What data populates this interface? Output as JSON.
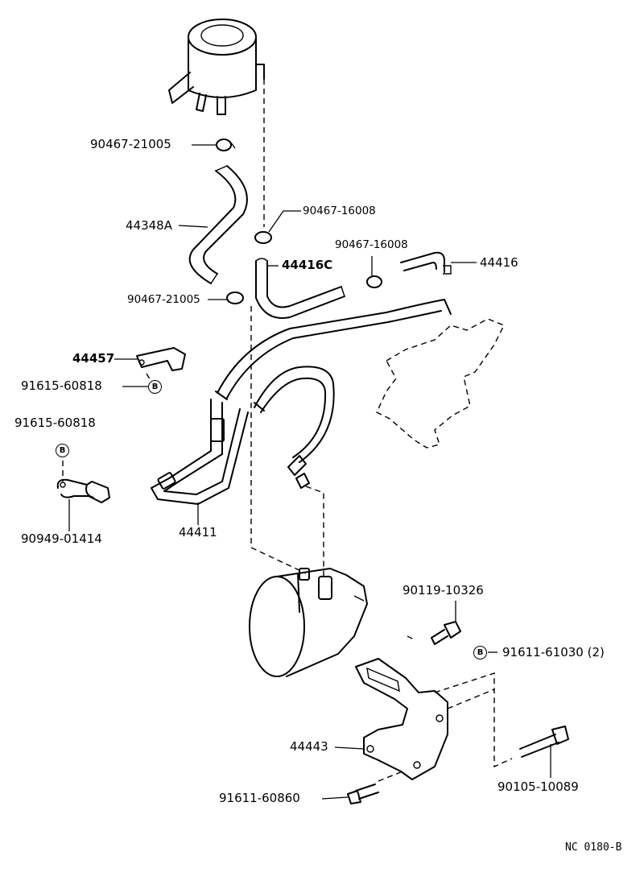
{
  "diagram": {
    "labels": {
      "p90467_21005_top": "90467-21005",
      "p44348A": "44348A",
      "p90467_16008_a": "90467-16008",
      "p90467_16008_b": "90467-16008",
      "p44416C": "44416C",
      "p44416": "44416",
      "p90467_21005_mid": "90467-21005",
      "p44457": "44457",
      "p91615_60818_a": "91615-60818",
      "p91615_60818_b": "91615-60818",
      "p90949_01414": "90949-01414",
      "p44411": "44411",
      "p90119_10326": "90119-10326",
      "p91611_61030": "91611-61030 (2)",
      "p44443": "44443",
      "p91611_60860": "91611-60860",
      "p90105_10089": "90105-10089"
    },
    "badge_letter": "B",
    "footer_code": "NC 0180-B"
  },
  "colors": {
    "line": "#000000",
    "background": "#ffffff"
  }
}
